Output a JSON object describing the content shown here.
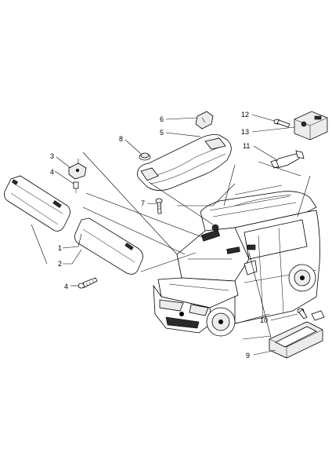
{
  "callouts": {
    "c1": "1",
    "c2": "2",
    "c3": "3",
    "c4a": "4",
    "c4b": "4",
    "c5": "5",
    "c6": "6",
    "c7": "7",
    "c8": "8",
    "c9": "9",
    "c10": "10",
    "c11": "11",
    "c12": "12",
    "c13": "13"
  },
  "parts": [
    {
      "callout": "1",
      "name": "sun-visor-right"
    },
    {
      "callout": "2",
      "name": "sun-visor-left"
    },
    {
      "callout": "3",
      "name": "visor-hinge-bracket"
    },
    {
      "callout": "4",
      "name": "screw"
    },
    {
      "callout": "5",
      "name": "overhead-grab-handle"
    },
    {
      "callout": "6",
      "name": "handle-clip"
    },
    {
      "callout": "7",
      "name": "screw"
    },
    {
      "callout": "8",
      "name": "grommet"
    },
    {
      "callout": "9",
      "name": "courtesy-light"
    },
    {
      "callout": "10",
      "name": "screw"
    },
    {
      "callout": "11",
      "name": "grab-handle"
    },
    {
      "callout": "12",
      "name": "screw"
    },
    {
      "callout": "13",
      "name": "dome-light"
    }
  ]
}
